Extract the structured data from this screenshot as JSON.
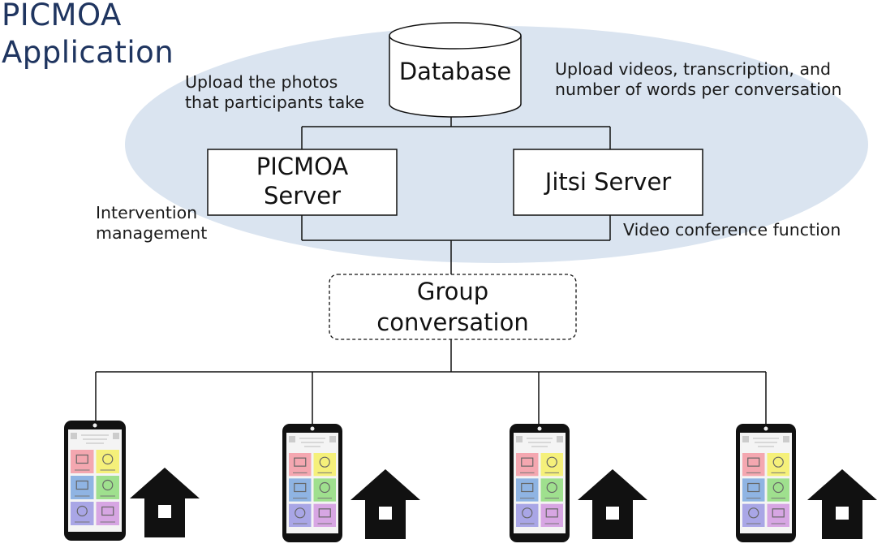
{
  "app_title": [
    "PICMOA",
    "Application"
  ],
  "nodes": {
    "database": "Database",
    "picmoa_server": [
      "PICMOA",
      "Server"
    ],
    "jitsi_server": "Jitsi Server",
    "group_conversation": [
      "Group",
      "conversation"
    ]
  },
  "annotations": {
    "upload_photos": [
      "Upload the photos",
      "that participants take"
    ],
    "upload_videos": [
      "Upload videos, transcription, and",
      "number of words per conversation"
    ],
    "intervention": [
      "Intervention",
      "management"
    ],
    "video_conference": "Video conference function"
  },
  "phone_tiles": [
    {
      "icon": "camera-icon",
      "color": "#f4a7b0"
    },
    {
      "icon": "question-bubble-icon",
      "color": "#f5f07a"
    },
    {
      "icon": "picture-icon",
      "color": "#8fb4e3"
    },
    {
      "icon": "chat-bubble-icon",
      "color": "#9fe08e"
    },
    {
      "icon": "alarm-icon",
      "color": "#a9a6e6"
    },
    {
      "icon": "clipboard-icon",
      "color": "#d7a6e3"
    }
  ],
  "colors": {
    "ellipse_fill": "#dae4f0",
    "title": "#1f3560"
  }
}
